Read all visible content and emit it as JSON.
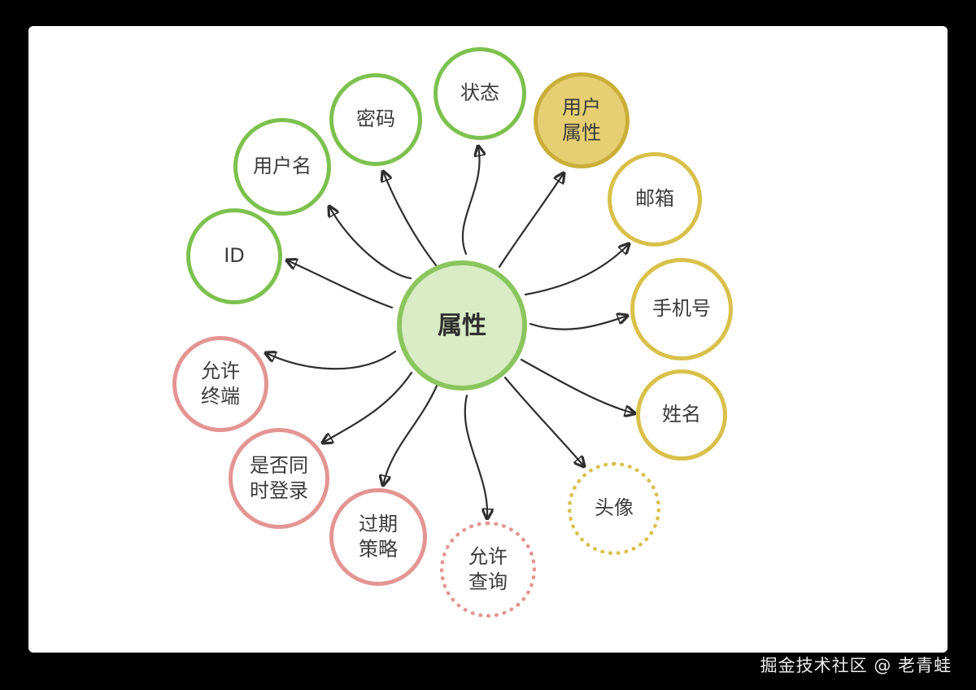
{
  "watermark": "掘金技术社区 @ 老青蛙",
  "colors": {
    "green": "#7cc14e",
    "green_center_fill": "#d9ecc5",
    "yellow": "#d9c04a",
    "yellow_node_fill": "#e6cf72",
    "pink": "#e39593",
    "arrow": "#2e2e2e",
    "canvas": "#ffffff",
    "frame": "#000000"
  },
  "diagram": {
    "center": {
      "label": "属性"
    },
    "nodes": [
      {
        "id": "status",
        "label": "状态",
        "style": "green-solid"
      },
      {
        "id": "password",
        "label": "密码",
        "style": "green-solid"
      },
      {
        "id": "username",
        "label": "用户名",
        "style": "green-solid"
      },
      {
        "id": "id",
        "label": "ID",
        "style": "green-solid"
      },
      {
        "id": "allowed-terminals",
        "label": "允许\n终端",
        "style": "pink-solid"
      },
      {
        "id": "simultaneous-login",
        "label": "是否同\n时登录",
        "style": "pink-solid"
      },
      {
        "id": "expiration-policy",
        "label": "过期\n策略",
        "style": "pink-solid"
      },
      {
        "id": "allow-query",
        "label": "允许\n查询",
        "style": "pink-dotted"
      },
      {
        "id": "avatar",
        "label": "头像",
        "style": "yellow-dotted"
      },
      {
        "id": "name",
        "label": "姓名",
        "style": "yellow-solid"
      },
      {
        "id": "phone",
        "label": "手机号",
        "style": "yellow-solid"
      },
      {
        "id": "email",
        "label": "邮箱",
        "style": "yellow-solid"
      },
      {
        "id": "user-attributes",
        "label": "用户\n属性",
        "style": "yellow-filled"
      }
    ]
  }
}
